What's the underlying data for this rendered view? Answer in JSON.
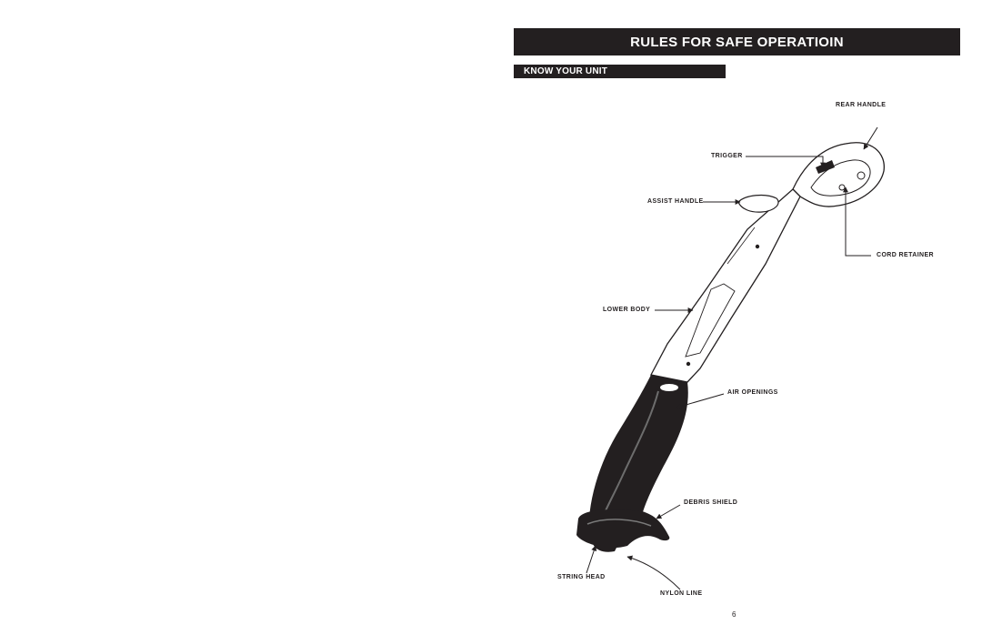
{
  "header": {
    "title": "RULES FOR SAFE OPERATIOIN",
    "section": "KNOW YOUR UNIT"
  },
  "diagram": {
    "labels": {
      "rear_handle": "REAR HANDLE",
      "trigger": "TRIGGER",
      "assist_handle": "ASSIST HANDLE",
      "cord_retainer": "CORD RETAINER",
      "lower_body": "LOWER BODY",
      "air_openings": "AIR OPENINGS",
      "debris_shield": "DEBRIS SHIELD",
      "string_head": "STRING HEAD",
      "nylon_line": "NYLON LINE"
    }
  },
  "footer": {
    "page_number": "6"
  }
}
